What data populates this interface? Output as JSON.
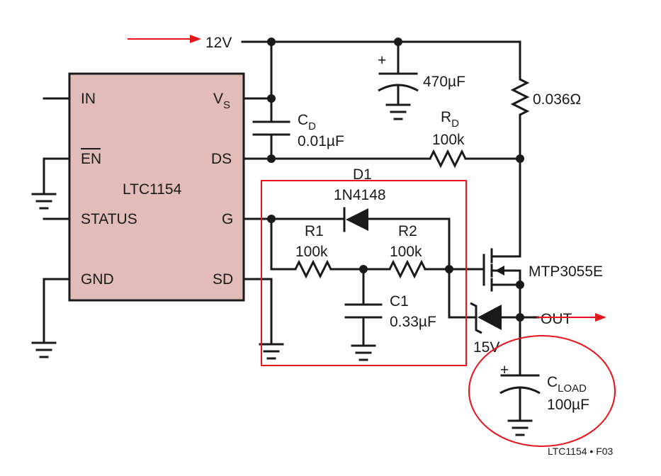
{
  "supply": {
    "label": "12V"
  },
  "ic": {
    "name": "LTC1154",
    "pins_left": [
      "IN",
      "EN",
      "STATUS",
      "GND"
    ],
    "pins_right": {
      "vs_main": "V",
      "vs_sub": "S",
      "ds": "DS",
      "g": "G",
      "sd": "SD"
    },
    "fill_color": "#e2bcb8"
  },
  "components": {
    "cap_bulk": {
      "value": "470µF"
    },
    "sense_resistor": {
      "value": "0.036Ω"
    },
    "cd": {
      "name_main": "C",
      "name_sub": "D",
      "value": "0.01µF"
    },
    "rd": {
      "name_main": "R",
      "name_sub": "D",
      "value": "100k"
    },
    "d1": {
      "name": "D1",
      "part": "1N4148"
    },
    "r1": {
      "name": "R1",
      "value": "100k"
    },
    "r2": {
      "name": "R2",
      "value": "100k"
    },
    "c1": {
      "name": "C1",
      "value": "0.33µF"
    },
    "mosfet": {
      "part": "MTP3055E"
    },
    "zener": {
      "value": "15V"
    },
    "cload": {
      "name_main": "C",
      "name_sub": "LOAD",
      "value": "100µF"
    }
  },
  "output": {
    "label": "OUT"
  },
  "figure_id": "LTC1154 • F03",
  "colors": {
    "wire": "#1a1a1a",
    "highlight": "#e8141b",
    "ic_fill": "#e2bcb8"
  }
}
